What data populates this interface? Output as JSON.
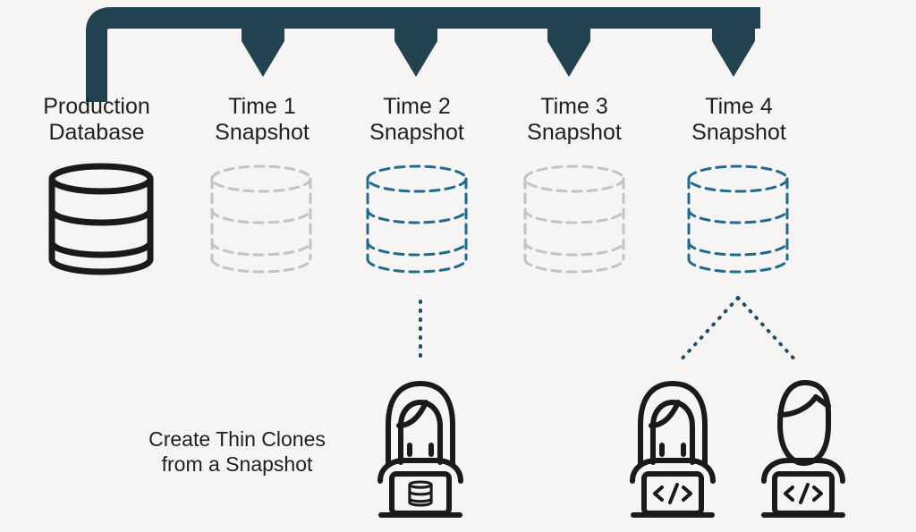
{
  "colors": {
    "background": "#f7f5f4",
    "arrow": "#224450",
    "active_snapshot": "#1f6c8c",
    "inactive_snapshot": "#c3c3c3",
    "outline": "#1a1a1a",
    "dotted_link": "#1f4f66"
  },
  "labels": {
    "production": [
      "Production",
      "Database"
    ],
    "snapshots": [
      [
        "Time 1",
        "Snapshot"
      ],
      [
        "Time 2",
        "Snapshot"
      ],
      [
        "Time 3",
        "Snapshot"
      ],
      [
        "Time 4",
        "Snapshot"
      ]
    ],
    "caption": [
      "Create Thin Clones",
      "from a Snapshot"
    ]
  },
  "icons": {
    "database": "database-icon",
    "snapshot": "database-snapshot-icon",
    "developer": "developer-icon",
    "database_badge": "database-icon",
    "code_badge": "code-icon"
  }
}
